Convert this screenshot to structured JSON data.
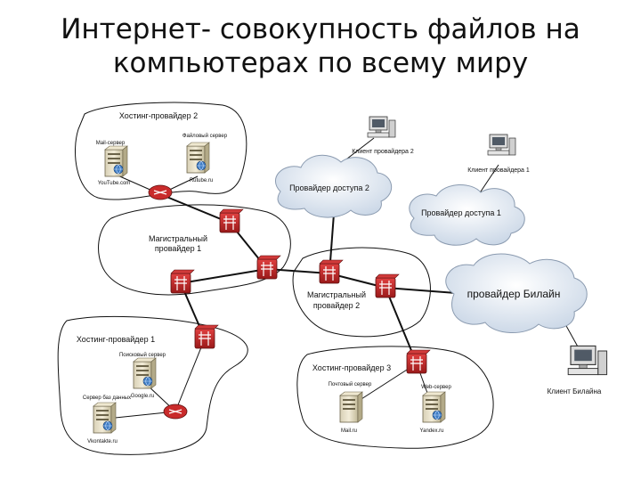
{
  "title": {
    "line1": "Интернет- совокупность файлов на",
    "line2": "компьютерах по всему миру"
  },
  "diagram": {
    "zones": {
      "hosting2": "Хостинг-провайдер 2",
      "backbone1": "Магистральный провайдер 1",
      "backbone1_line1": "Магистральный",
      "backbone1_line2": "провайдер 1",
      "backbone2_line1": "Магистральный",
      "backbone2_line2": "провайдер 2",
      "hosting1": "Хостинг-провайдер 1",
      "hosting3": "Хостинг-провайдер 3"
    },
    "clouds": {
      "access2": "Провайдер доступа 2",
      "access1": "Провайдер доступа 1",
      "beeline": "провайдер Билайн"
    },
    "clients": {
      "client2": "Клиент провайдера 2",
      "client1": "Клиент провайдера 1",
      "beeline_client": "Клиент Билайна"
    },
    "servers": {
      "h2_mail": "Mail-сервер",
      "h2_file": "Файловый сервер",
      "h2_youtube": "YouTube.com",
      "h2_rutube": "Rutube.ru",
      "h1_search": "Поисковый сервер",
      "h1_google": "Google.ru",
      "h1_db": "Сервер баз данных",
      "h1_vk": "Vkontakte.ru",
      "h3_mail": "Почтовый сервер",
      "h3_web": "Web-сервер",
      "h3_mail_ru": "Mail.ru",
      "h3_yandex": "Yandex.ru"
    },
    "colors": {
      "router": "#c62828",
      "router_dark": "#8e1b1b",
      "server_body": "#e8e0c8",
      "cloud_fill": "#e6edf6",
      "line": "#111111"
    }
  }
}
